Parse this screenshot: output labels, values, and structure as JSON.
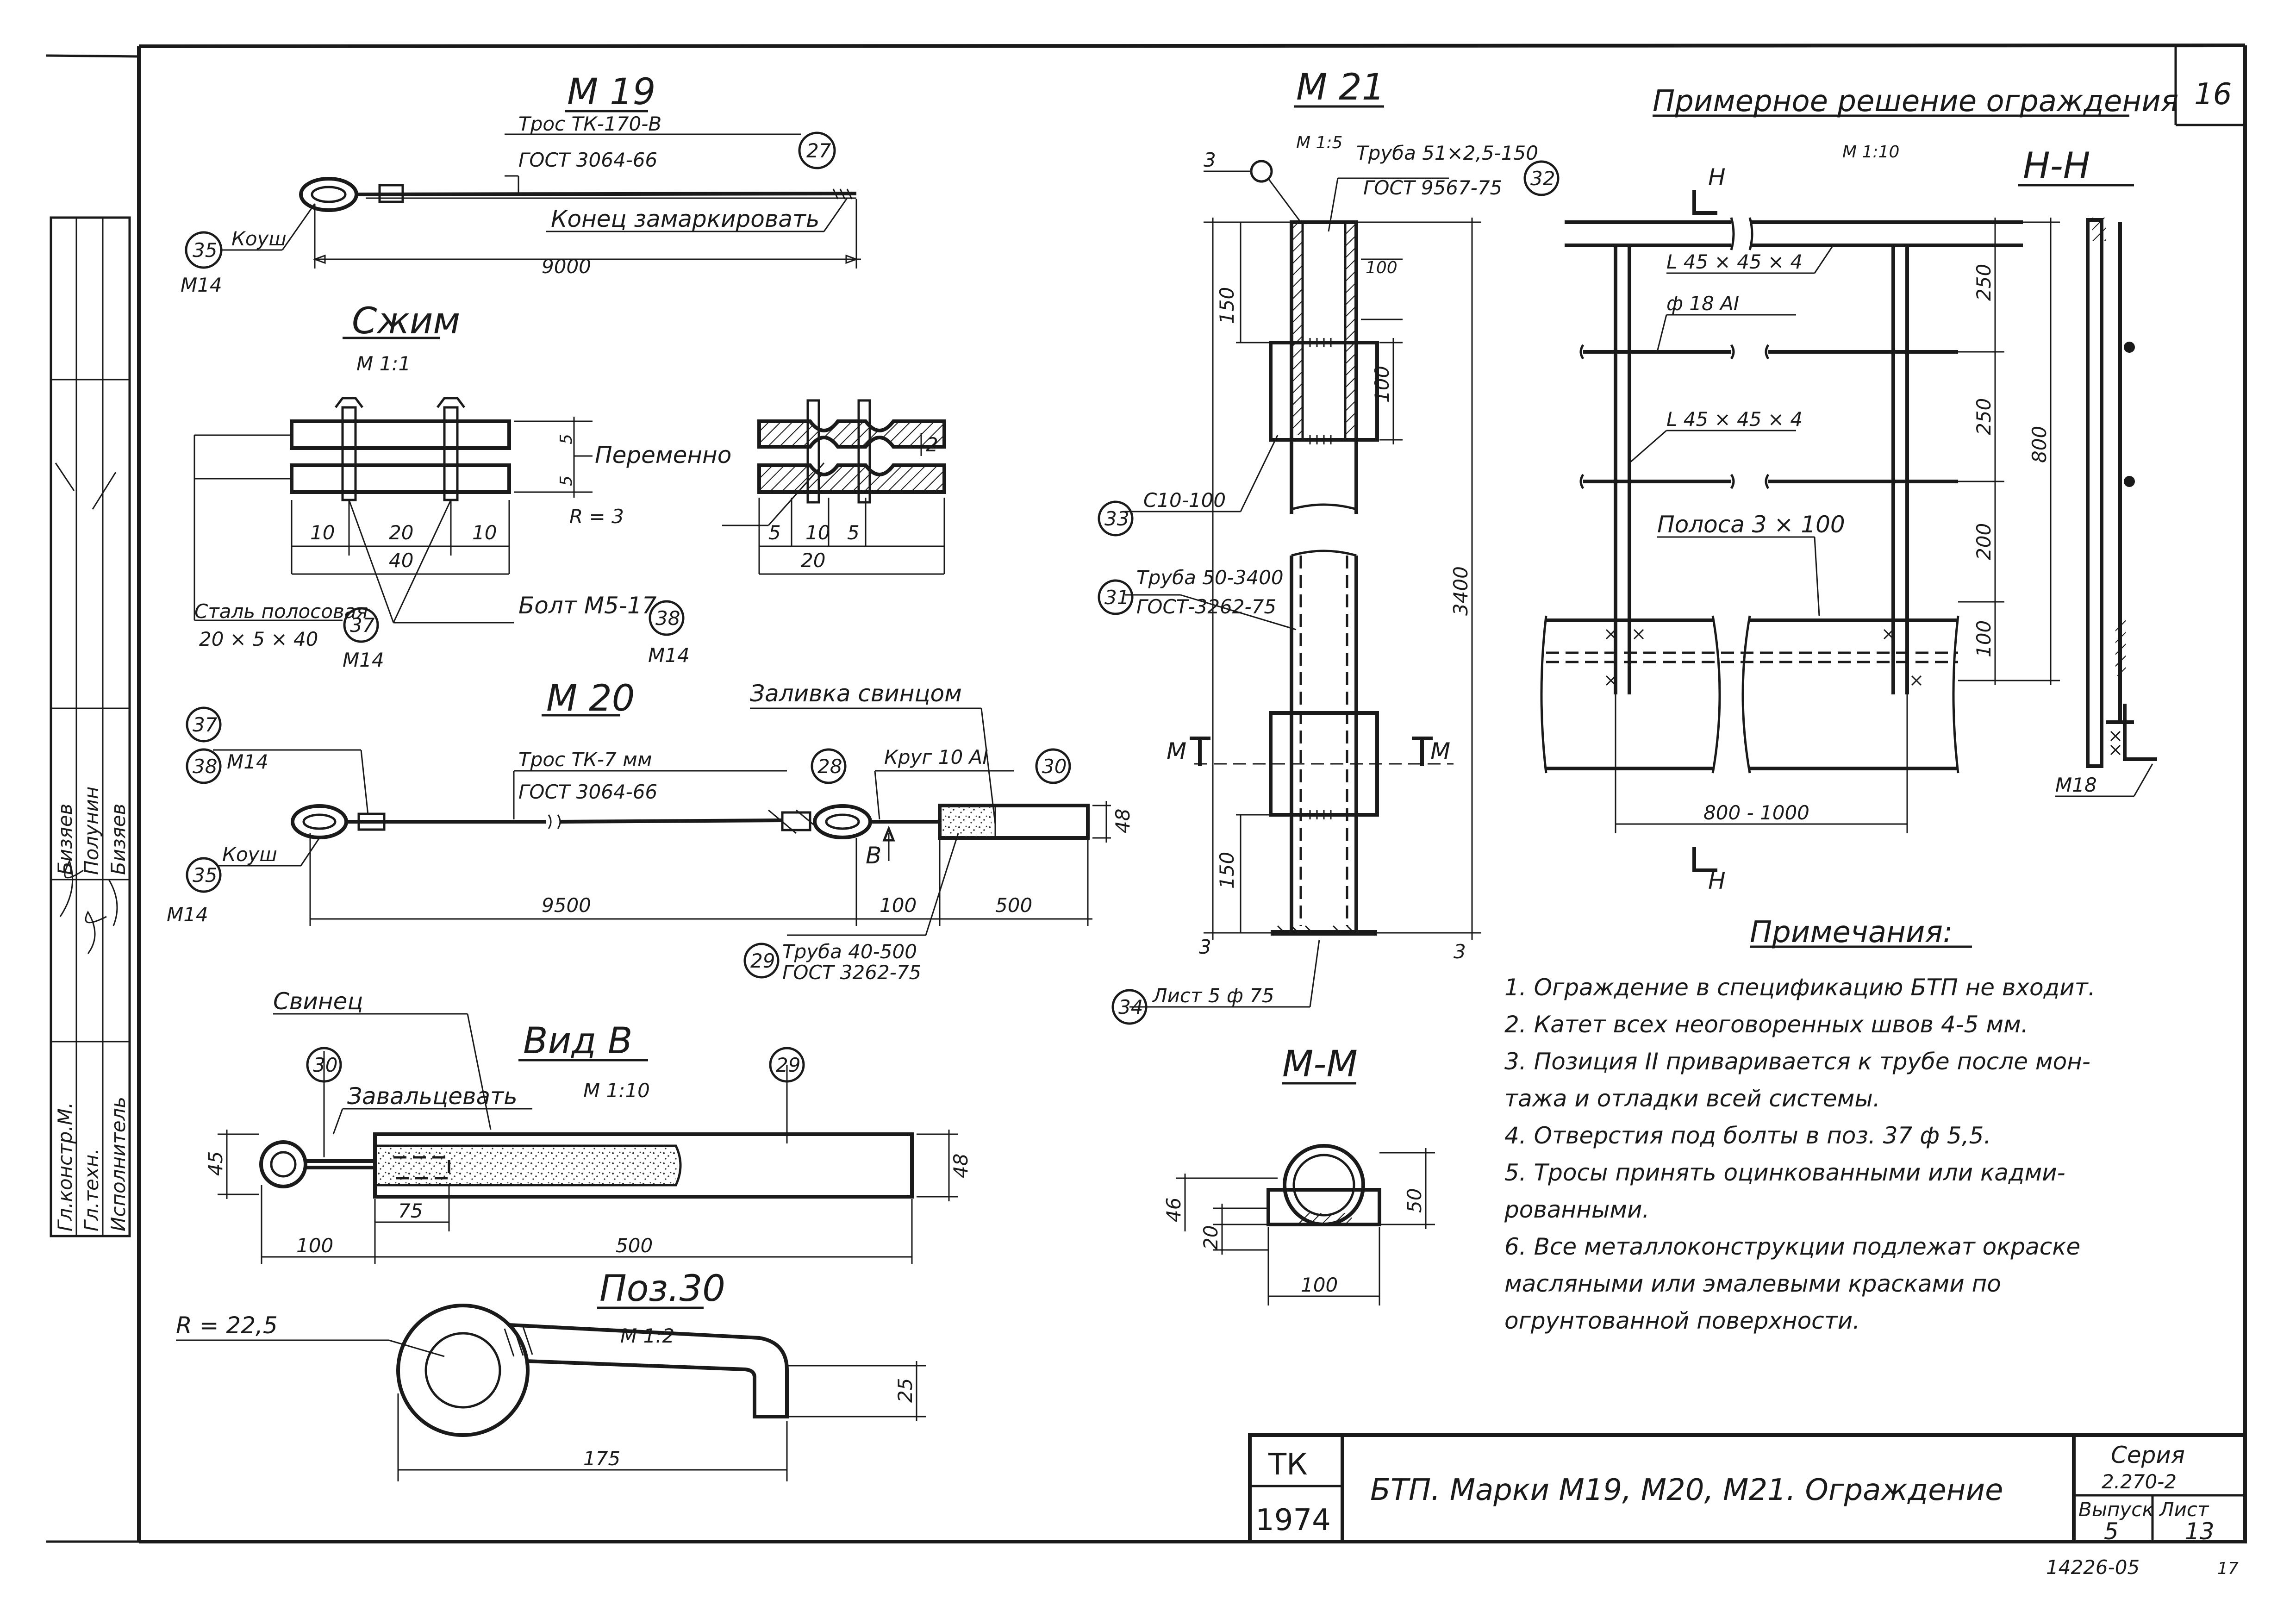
{
  "sheet": {
    "sheet_number_corner": "16",
    "side_stamp": {
      "roles": [
        "Гл.констр.М.",
        "Гл.техн.",
        "Исполнитель"
      ],
      "names": [
        "Бизяев",
        "Полунин",
        "Бизяев"
      ]
    }
  },
  "m19": {
    "title": "М 19",
    "rope_label_1": "Трос  ТК-170-В",
    "rope_label_2": "ГОСТ  3064-66",
    "callout_rope": "27",
    "end_mark": "Конец замаркировать",
    "callout_thimble": "35",
    "callout_thimble_sub": "М14",
    "thimble_label": "Коуш",
    "length": "9000"
  },
  "clamp": {
    "title": "Сжим",
    "scale": "М 1:1",
    "dim_10a": "10",
    "dim_20": "20",
    "dim_10b": "10",
    "dim_40": "40",
    "dim_5a": "5",
    "dim_5b": "5",
    "variable": "Переменно",
    "radius": "R = 3",
    "sec_5a": "5",
    "sec_10": "10",
    "sec_5b": "5",
    "sec_20": "20",
    "sec_2": "2",
    "steel_1": "Сталь полосовая",
    "steel_2": "20 × 5 × 40",
    "callout_steel": "37",
    "callout_steel_sub": "М14",
    "bolt": "Болт  М5-17",
    "callout_bolt": "38",
    "callout_bolt_sub": "М14"
  },
  "m20": {
    "title": "М 20",
    "callout_37": "37",
    "callout_38": "38",
    "callout_sub": "М14",
    "rope_label_1": "Трос  ТК-7 мм",
    "rope_label_2": "ГОСТ  3064-66",
    "callout_rope": "28",
    "lead_fill": "Заливка свинцом",
    "round_bar": "Круг  10 АI",
    "callout_bar": "30",
    "callout_thimble": "35",
    "callout_thimble_sub": "М14",
    "thimble_label": "Коуш",
    "length": "9500",
    "dim_100": "100",
    "dim_500": "500",
    "dim_48": "48",
    "view_mark": "В",
    "pipe_1": "Труба  40-500",
    "pipe_2": "ГОСТ  3262-75",
    "callout_pipe": "29"
  },
  "view_b": {
    "title": "Вид  В",
    "scale": "М 1:10",
    "lead": "Свинец",
    "callout_30": "30",
    "roll": "Завальцевать",
    "callout_29": "29",
    "dim_45": "45",
    "dim_48": "48",
    "dim_75": "75",
    "dim_100": "100",
    "dim_500": "500"
  },
  "pos30": {
    "title": "Поз.30",
    "scale": "М 1:2",
    "radius": "R = 22,5",
    "dim_25": "25",
    "dim_175": "175"
  },
  "m21": {
    "title": "М 21",
    "scale": "М 1:5",
    "mark_3": "3",
    "pipe_1": "Труба 51×2,5-150",
    "pipe_2": "ГОСТ 9567-75",
    "callout_pipe": "32",
    "dim_100a": "100",
    "dim_150a": "150",
    "dim_100b": "100",
    "channel": "С10-100",
    "callout_channel": "33",
    "pipe2_1": "Труба 50-3400",
    "pipe2_2": "ГОСТ-3262-75",
    "callout_pipe2": "31",
    "dim_3400": "3400",
    "section_mark": "М",
    "dim_150b": "150",
    "mark_3a": "3",
    "mark_3b": "3",
    "plate": "Лист 5 ф 75",
    "callout_plate": "34"
  },
  "section_mm": {
    "title": "М-М",
    "dim_46": "46",
    "dim_20": "20",
    "dim_50": "50",
    "dim_100": "100"
  },
  "fence": {
    "title": "Примерное решение ограждения",
    "scale": "М 1:10",
    "section_mark": "Н",
    "angle_1": "L 45 × 45 × 4",
    "bar": "ф 18 АI",
    "angle_2": "L 45 × 45 × 4",
    "strip": "Полоса  3 × 100",
    "span": "800 - 1000",
    "dim_250a": "250",
    "dim_250b": "250",
    "dim_200": "200",
    "dim_100": "100",
    "dim_800": "800"
  },
  "section_hh": {
    "title": "Н-Н",
    "mark": "М18"
  },
  "notes": {
    "title": "Примечания:",
    "items": [
      "1.  Ограждение в спецификацию БТП не входит.",
      "2.  Катет всех неоговоренных швов 4-5 мм.",
      "3.  Позиция II приваривается к трубе после мон-",
      "     тажа и отладки всей системы.",
      "4.  Отверстия под болты в поз. 37 ф 5,5.",
      "5.  Тросы принять оцинкованными или кадми-",
      "     рованными.",
      "6.  Все металлоконструкции подлежат окраске",
      "     масляными или эмалевыми красками по",
      "     огрунтованной поверхности."
    ]
  },
  "title_block": {
    "org": "ТК",
    "year": "1974",
    "title": "БТП. Марки М19, М20, М21. Ограждение",
    "series_label": "Серия",
    "series": "2.270-2",
    "issue_label": "Выпуск",
    "issue": "5",
    "sheet_label": "Лист",
    "sheet": "13",
    "doc_number": "14226-05",
    "page_number": "17"
  }
}
